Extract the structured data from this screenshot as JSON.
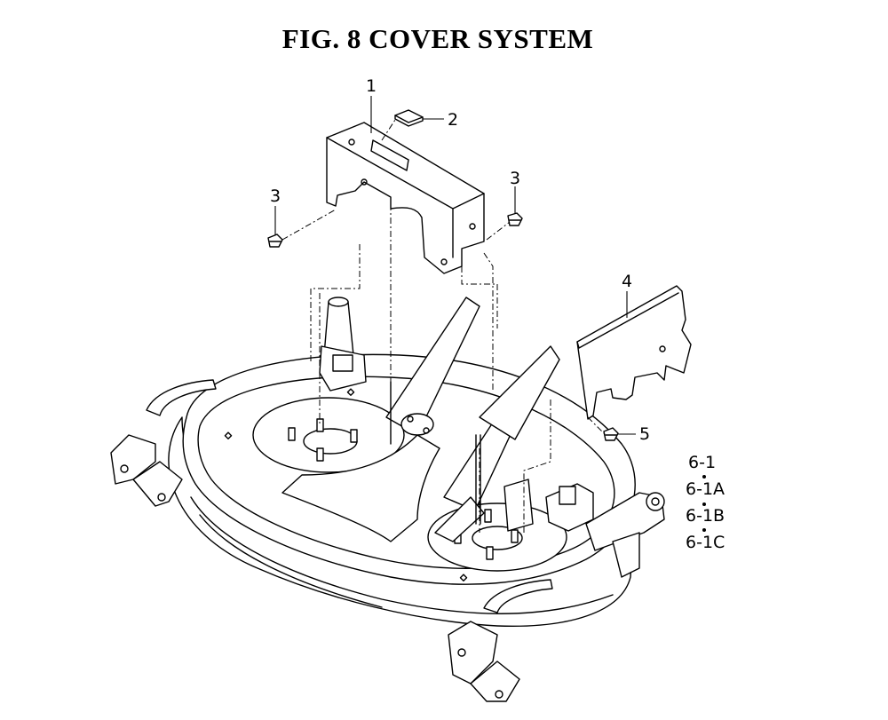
{
  "figure": {
    "title": "FIG.  8  COVER SYSTEM"
  },
  "callouts": [
    {
      "id": "c1",
      "text": "1"
    },
    {
      "id": "c2",
      "text": "2"
    },
    {
      "id": "c3a",
      "text": "3"
    },
    {
      "id": "c3b",
      "text": "3"
    },
    {
      "id": "c4",
      "text": "4"
    },
    {
      "id": "c5",
      "text": "5"
    },
    {
      "id": "c61",
      "text": "6-1"
    },
    {
      "id": "c61a",
      "text": "6-1A"
    },
    {
      "id": "c61b",
      "text": "6-1B"
    },
    {
      "id": "c61c",
      "text": "6-1C"
    }
  ]
}
